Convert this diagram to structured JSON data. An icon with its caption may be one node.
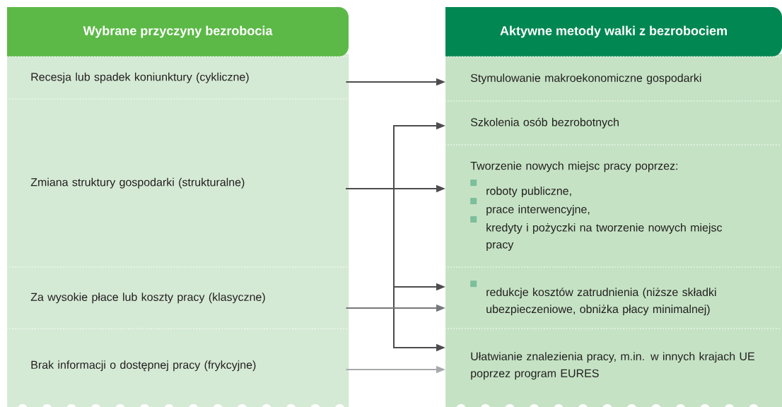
{
  "diagram": {
    "nodes": [
      {
        "text": [
          "Wybrane przyczyny bezrobocia"
        ]
      },
      {
        "text": [
          "Recesja lub spadek koniunktury (cykliczne)"
        ],
        "in": 0
      },
      {
        "text": [
          "Zmiana struktury gospodarki (strukturalne)"
        ],
        "in": 0
      },
      {
        "text": [
          "Za wysokie płace lub koszty pracy (klasyczne)"
        ],
        "in": 0
      },
      {
        "text": [
          "Brak informacji o dostępnej pracy (frykcyjne)"
        ],
        "in": 0
      },
      {
        "text": [
          "Aktywne metody walki z bezrobociem"
        ]
      },
      {
        "text": [
          "Stymulowanie makroekonomiczne gospodarki"
        ],
        "in": 5
      },
      {
        "text": [
          "Szkolenia osób bezrobotnych"
        ],
        "in": 5
      },
      {
        "text": [
          "Tworzenie nowych miejsc pracy poprzez:",
          "roboty publiczne,",
          "prace interwencyjne,",
          "kredyty i pożyczki na tworzenie nowych miejsc pracy"
        ],
        "in": 5
      },
      {
        "text": [
          "redukcje kosztów zatrudnienia (niższe składki ubezpieczeniowe, obniżka płacy minimalnej)"
        ],
        "in": 5
      },
      {
        "text": [
          "Ułatwianie znalezienia pracy, m.in. w innych krajach UE poprzez program EURES"
        ],
        "in": 5
      }
    ],
    "edges": [
      {
        "from": 1,
        "to": 6,
        "arrow": "to"
      },
      {
        "from": 2,
        "to": 8,
        "arrow": "to"
      },
      {
        "from": 2,
        "to": 7,
        "arrow": "to"
      },
      {
        "from": 2,
        "to": 9,
        "arrow": "to"
      },
      {
        "from": 2,
        "to": 10,
        "arrow": "to"
      },
      {
        "from": 3,
        "to": 9,
        "arrow": "to",
        "color": "#77787b"
      },
      {
        "from": 4,
        "to": 10,
        "arrow": "to",
        "color": "#a7a9ac"
      }
    ]
  }
}
